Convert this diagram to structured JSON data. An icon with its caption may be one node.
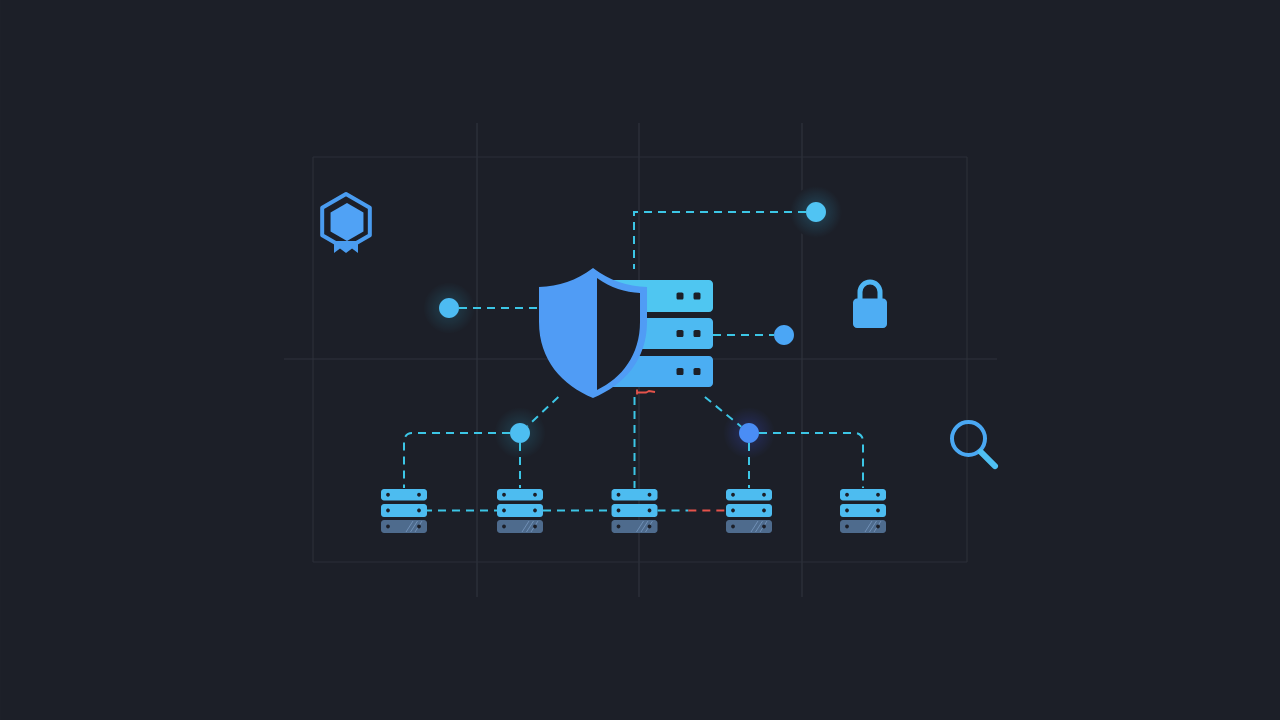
{
  "diagram": {
    "nodes": [
      {
        "text": [],
        "shape": "picture"
      },
      {
        "text": [],
        "shape": "circle"
      },
      {
        "text": [],
        "shape": "circle"
      },
      {
        "text": [],
        "shape": "circle"
      },
      {
        "text": [],
        "shape": "circle"
      },
      {
        "text": [],
        "shape": "circle"
      },
      {
        "text": [],
        "shape": "picture"
      },
      {
        "text": [],
        "shape": "picture"
      },
      {
        "text": [],
        "shape": "picture"
      },
      {
        "text": [],
        "shape": "picture"
      },
      {
        "text": [],
        "shape": "picture"
      }
    ],
    "edges": [
      {
        "from": 1,
        "to": 0,
        "arrow": "none",
        "style": "dashed"
      },
      {
        "from": 2,
        "to": 0,
        "arrow": "none",
        "style": "dashed"
      },
      {
        "from": 0,
        "to": 3,
        "arrow": "none",
        "style": "dashed"
      },
      {
        "from": 0,
        "to": 4,
        "arrow": "none",
        "style": "dashed"
      },
      {
        "from": 0,
        "to": 5,
        "arrow": "none",
        "style": "dashed"
      },
      {
        "from": 0,
        "to": 8,
        "arrow": "none",
        "style": "dashed"
      },
      {
        "from": 4,
        "to": 6,
        "arrow": "none",
        "style": "dashed"
      },
      {
        "from": 4,
        "to": 7,
        "arrow": "none",
        "style": "dashed"
      },
      {
        "from": 5,
        "to": 9,
        "arrow": "none",
        "style": "dashed"
      },
      {
        "from": 5,
        "to": 10,
        "arrow": "none",
        "style": "dashed"
      },
      {
        "from": 6,
        "to": 7,
        "arrow": "none",
        "style": "dashed"
      },
      {
        "from": 7,
        "to": 8,
        "arrow": "none",
        "style": "dashed"
      },
      {
        "from": 8,
        "to": 9,
        "arrow": "none",
        "style": "dashed",
        "color": "#e5534b"
      }
    ]
  }
}
